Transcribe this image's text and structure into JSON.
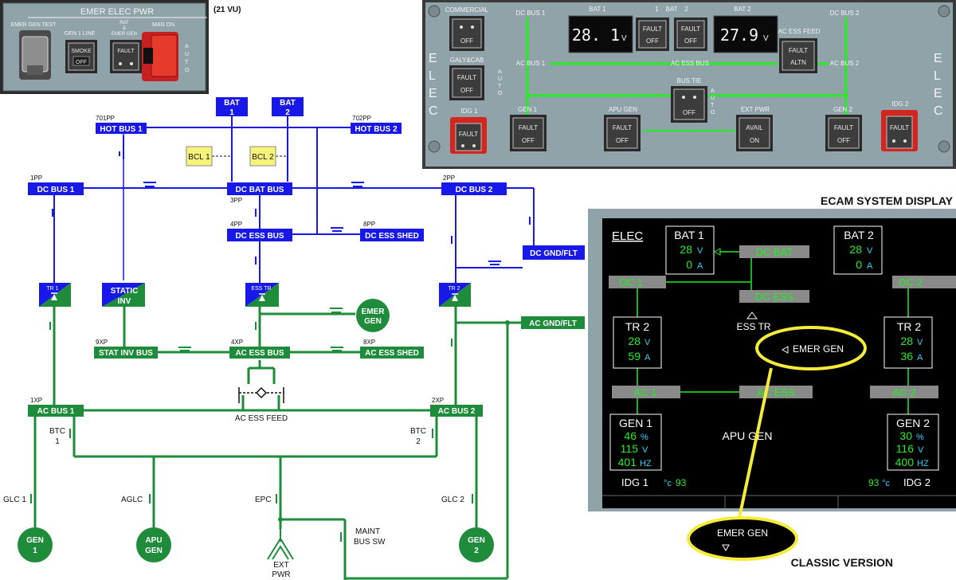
{
  "emer_panel": {
    "title": "EMER ELEC PWR",
    "vu": "(21 VU)",
    "emer_gen_test": "EMER GEN TEST",
    "gen1_line": "GEN 1 LINE",
    "smoke": "SMOKE",
    "off": "OFF",
    "rat_emer_gen": [
      "RAT",
      "&",
      "EMER GEN"
    ],
    "fault": "FAULT",
    "man_on": "MAN ON",
    "auto": [
      "A",
      "U",
      "T",
      "O"
    ]
  },
  "elec_panel": {
    "side_label": [
      "E",
      "L",
      "E",
      "C"
    ],
    "commercial": "COMMERCIAL",
    "galy_cab": "GALY&CAB",
    "auto": [
      "A",
      "U",
      "T",
      "O"
    ],
    "idg1": "IDG 1",
    "idg2": "IDG 2",
    "dc_bus1": "DC BUS 1",
    "dc_bus2": "DC BUS 2",
    "ac_bus1": "AC BUS 1",
    "ac_bus2": "AC BUS 2",
    "ac_ess_bus": "AC ESS BUS",
    "bat1": "BAT 1",
    "bat2": "BAT 2",
    "bat_center": "1    BAT    2",
    "bat1_value": "28. 1",
    "bat2_value": "27.9",
    "volt_unit": "V",
    "ac_ess_feed": "AC ESS FEED",
    "altn": "ALTN",
    "bus_tie": "BUS TIE",
    "gen1": "GEN 1",
    "gen2": "GEN 2",
    "apu_gen": "APU GEN",
    "ext_pwr": "EXT PWR",
    "avail": "AVAIL",
    "on": "ON",
    "fault": "FAULT",
    "off": "OFF"
  },
  "schematic": {
    "bat1": [
      "BAT",
      "1"
    ],
    "bat2": [
      "BAT",
      "2"
    ],
    "hot_bus1": "HOT BUS 1",
    "hot_bus2": "HOT BUS 2",
    "code_701": "701PP",
    "code_702": "702PP",
    "bcl1": "BCL 1",
    "bcl2": "BCL 2",
    "dc_bus1": "DC BUS 1",
    "code_1pp": "1PP",
    "dc_bat_bus": "DC BAT BUS",
    "code_3pp": "3PP",
    "dc_bus2": "DC BUS 2",
    "code_2pp": "2PP",
    "dc_ess_bus": "DC ESS BUS",
    "code_4pp": "4PP",
    "dc_ess_shed": "DC ESS SHED",
    "code_8pp": "8PP",
    "dc_gnd_flt": "DC GND/FLT",
    "tr1": "TR 1",
    "static_inv": [
      "STATIC",
      "INV"
    ],
    "ess_tr": "ESS TR",
    "tr2": "TR 2",
    "emer_gen": [
      "EMER",
      "GEN"
    ],
    "ac_gnd_flt": "AC GND/FLT",
    "stat_inv_bus": "STAT INV BUS",
    "code_9xp": "9XP",
    "ac_ess_bus": "AC ESS BUS",
    "code_4xp": "4XP",
    "ac_ess_shed": "AC ESS SHED",
    "code_8xp": "8XP",
    "ac_ess_feed": "AC ESS FEED",
    "ac_bus1": "AC BUS 1",
    "code_1xp": "1XP",
    "ac_bus2": "AC BUS 2",
    "code_2xp": "2XP",
    "btc1": [
      "BTC",
      "1"
    ],
    "btc2": [
      "BTC",
      "2"
    ],
    "glc1": "GLC 1",
    "aglc": "AGLC",
    "epc": "EPC",
    "glc2": "GLC 2",
    "maint_bus_sw": [
      "MAINT",
      "BUS SW"
    ],
    "ext_pwr": [
      "EXT",
      "PWR"
    ],
    "gen1": [
      "GEN",
      "1"
    ],
    "apu_gen": [
      "APU",
      "GEN"
    ],
    "gen2": [
      "GEN",
      "2"
    ]
  },
  "ecam": {
    "heading": "ECAM SYSTEM DISPLAY",
    "page": "ELEC",
    "bat1": {
      "label": "BAT 1",
      "volt": "28",
      "amp": "0"
    },
    "bat2": {
      "label": "BAT 2",
      "volt": "28",
      "amp": "0"
    },
    "dc_bat": "DC BAT",
    "dc1": "DC 1",
    "dc2": "DC 2",
    "dc_ess": "DC ESS",
    "ess_tr": "ESS TR",
    "tr_left": {
      "label": "TR 2",
      "volt": "28",
      "amp": "59"
    },
    "tr_right": {
      "label": "TR 2",
      "volt": "28",
      "amp": "36"
    },
    "emer_gen": "EMER GEN",
    "ac1": "AC 1",
    "ac_ess": "AC ESS",
    "ac2": "AC 2",
    "gen1": {
      "label": "GEN 1",
      "load": "46",
      "volt": "115",
      "freq": "401"
    },
    "gen2": {
      "label": "GEN 2",
      "load": "30",
      "volt": "116",
      "freq": "400"
    },
    "apu_gen": "APU GEN",
    "idg1": "IDG 1",
    "idg2": "IDG 2",
    "idg1_temp": "93",
    "idg2_temp": "93",
    "deg_c": "°c",
    "u_v": "V",
    "u_a": "A",
    "u_pct": "%",
    "u_hz": "HZ",
    "callout": "EMER GEN",
    "footer": "CLASSIC VERSION"
  },
  "colors": {
    "dc_blue": "#1818e8",
    "ac_green": "#1e8c3a",
    "ecam_green": "#22ee22",
    "ecam_cyan": "#2ad4ff",
    "panel_grey": "#8c9ea2",
    "callout_yellow": "#f5ec3a"
  }
}
